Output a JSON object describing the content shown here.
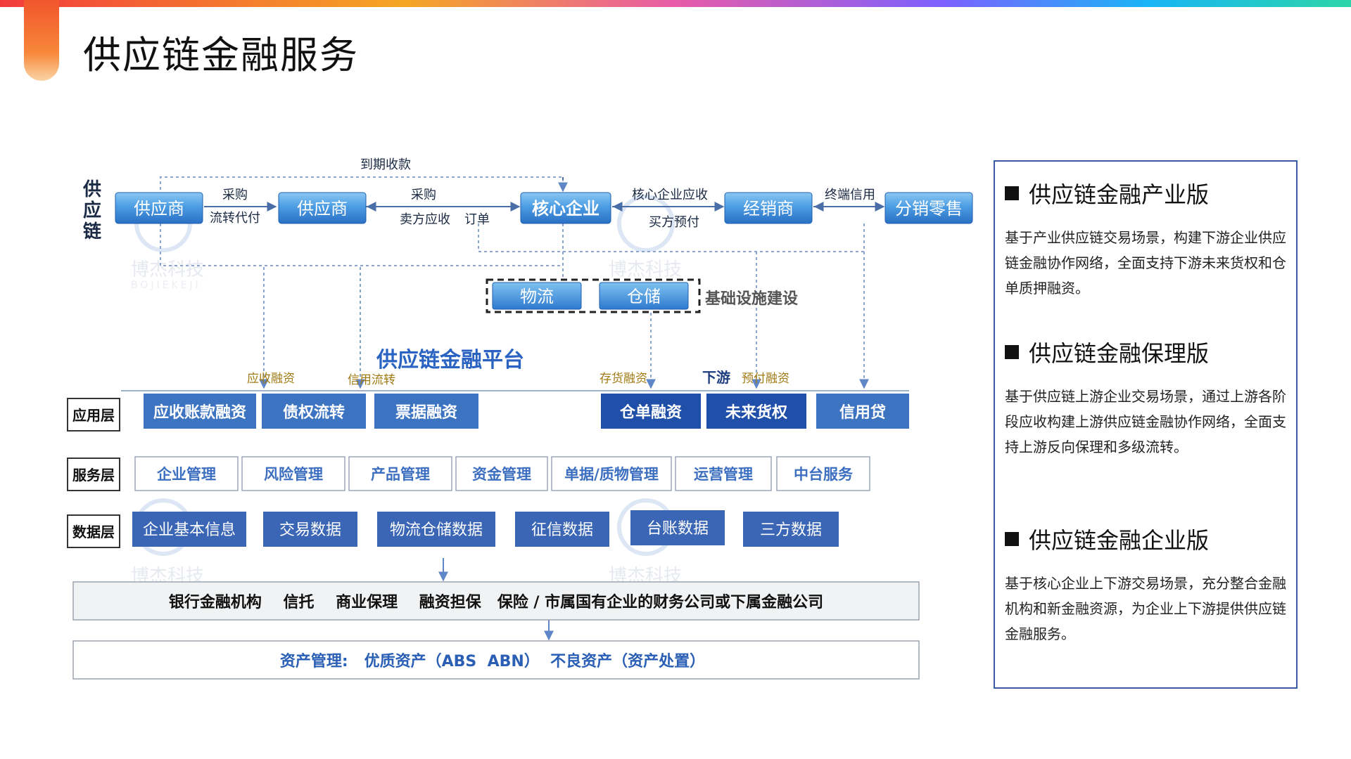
{
  "page": {
    "title": "供应链金融服务"
  },
  "supply_chain": {
    "side_label": "供应链",
    "nodes": [
      "供应商",
      "供应商",
      "核心企业",
      "经销商",
      "分销零售"
    ],
    "links": {
      "top": "到期收款",
      "l1_top": "采购",
      "l1_bottom": "流转代付",
      "l2_top": "采购",
      "l2_bottom": "卖方应收",
      "l2_order": "订单",
      "l3_top": "核心企业应收",
      "l3_bottom": "买方预付",
      "l4_top": "终端信用"
    }
  },
  "infrastructure": {
    "items": [
      "物流",
      "仓储"
    ],
    "label": "基础设施建设"
  },
  "platform": {
    "title": "供应链金融平台",
    "downstream": "下游",
    "flow_labels": [
      "应收融资",
      "信用流转",
      "存货融资",
      "预付融资"
    ]
  },
  "layers": {
    "application": {
      "label": "应用层",
      "items": [
        "应收账款融资",
        "债权流转",
        "票据融资",
        "仓单融资",
        "未来货权",
        "信用贷"
      ]
    },
    "service": {
      "label": "服务层",
      "items": [
        "企业管理",
        "风险管理",
        "产品管理",
        "资金管理",
        "单据/质物管理",
        "运营管理",
        "中台服务"
      ]
    },
    "data": {
      "label": "数据层",
      "items": [
        "企业基本信息",
        "交易数据",
        "物流仓储数据",
        "征信数据",
        "台账数据",
        "三方数据"
      ]
    }
  },
  "institutions": "银行金融机构    信托    商业保理    融资担保   保险 / 市属国有企业的财务公司或下属金融公司",
  "asset_management": "资产管理:   优质资产（ABS  ABN）  不良资产（资产处置）",
  "watermark": {
    "cn": "博杰科技",
    "en": "BOJIEKEJI"
  },
  "editions": [
    {
      "title": "供应链金融产业版",
      "desc": "基于产业供应链交易场景，构建下游企业供应链金融协作网络，全面支持下游未来货权和仓单质押融资。"
    },
    {
      "title": "供应链金融保理版",
      "desc": "基于供应链上游企业交易场景，通过上游各阶段应收构建上游供应链金融协作网络，全面支持上游反向保理和多级流转。"
    },
    {
      "title": "供应链金融企业版",
      "desc": "基于核心企业上下游交易场景，充分整合金融机构和新金融资源，为企业上下游提供供应链金融服务。"
    }
  ],
  "colors": {
    "chain_node_top": "#6fb6ef",
    "chain_node_bottom": "#2f7cd0",
    "app_box": "#3d74c2",
    "app_box_dark": "#1f4fa8",
    "data_box": "#3a66b5",
    "service_text": "#3d6fc0",
    "platform_title": "#2a63c1",
    "flow_label": "#a07a12",
    "panel_border": "#3b5aa6"
  }
}
